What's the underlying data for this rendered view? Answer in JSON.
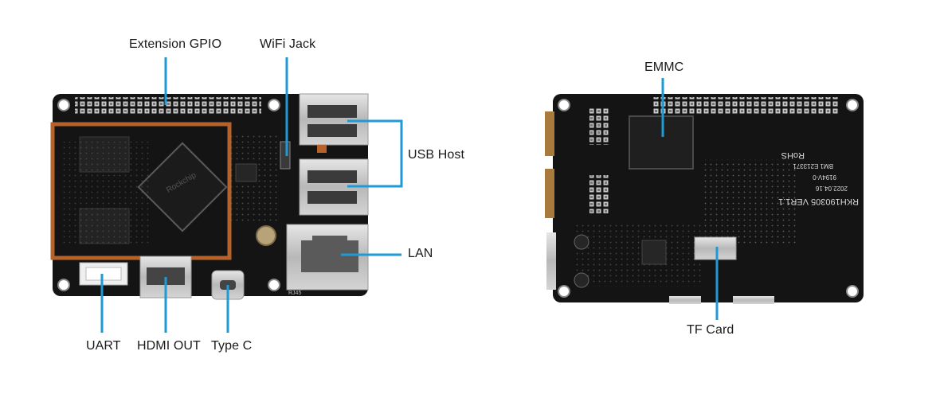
{
  "callouts": {
    "extension_gpio": "Extension GPIO",
    "wifi_jack": "WiFi Jack",
    "usb_host": "USB Host",
    "lan": "LAN",
    "uart": "UART",
    "hdmi_out": "HDMI OUT",
    "type_c": "Type C",
    "emmc": "EMMC",
    "tf_card": "TF Card"
  },
  "board_markings": {
    "soc_logo": "Rockchip",
    "rj45": "RJ45",
    "model": "RKH190305  VER1.1",
    "date": "2022.04.16",
    "batch": "9194V-0",
    "rohs": "RoHS",
    "bm": "BM1 E213371"
  },
  "colors": {
    "callout_line": "#1e9ad6",
    "pcb": "#141414",
    "label_text": "#1a1a1a"
  }
}
